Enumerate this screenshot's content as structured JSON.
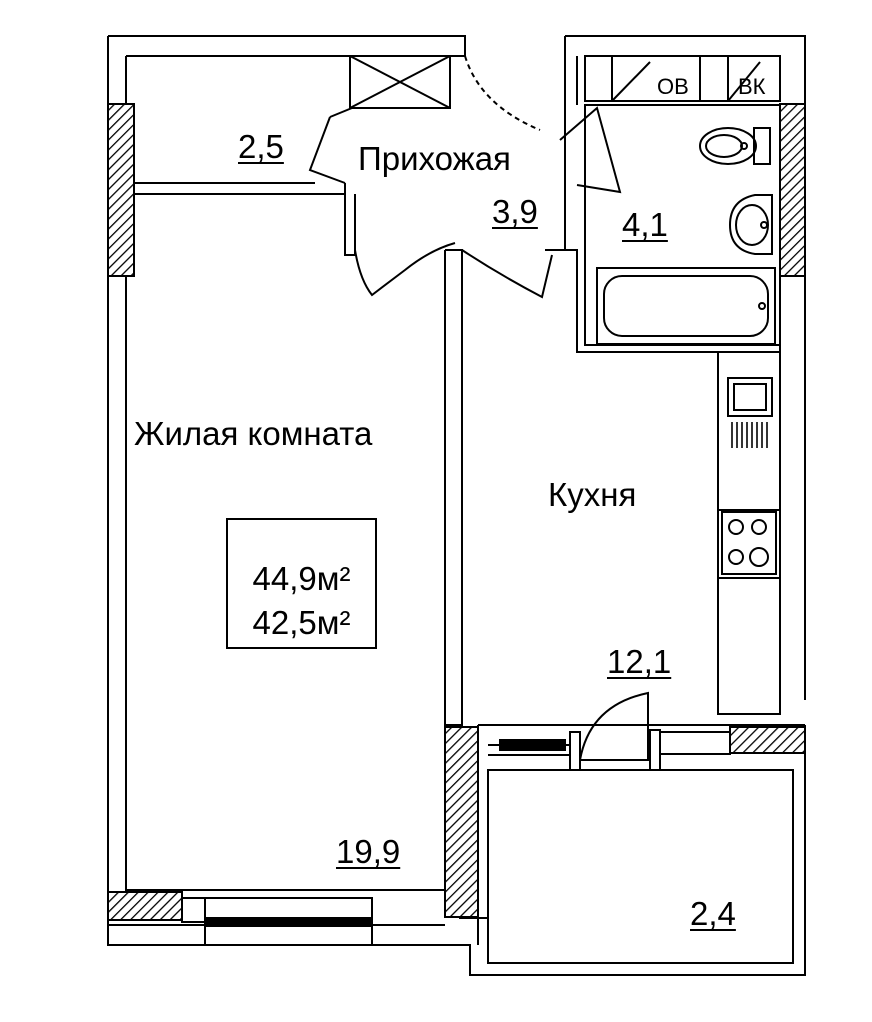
{
  "rooms": {
    "storage_area": "2,5",
    "hallway_name": "Прихожая",
    "hallway_area": "3,9",
    "bathroom_area": "4,1",
    "living_name": "Жилая комната",
    "living_area": "19,9",
    "kitchen_name": "Кухня",
    "kitchen_area": "12,1",
    "balcony_area": "2,4"
  },
  "totals": {
    "total_area": "44,9м²",
    "living_total": "42,5м²"
  },
  "risers": {
    "ov": "ОВ",
    "vk": "ВК"
  },
  "fixtures": [
    "toilet-icon",
    "sink-icon",
    "bathtub-icon",
    "kitchen-sink-icon",
    "stove-icon",
    "door-swing-icon",
    "window-icon",
    "ventilation-shaft-icon"
  ]
}
